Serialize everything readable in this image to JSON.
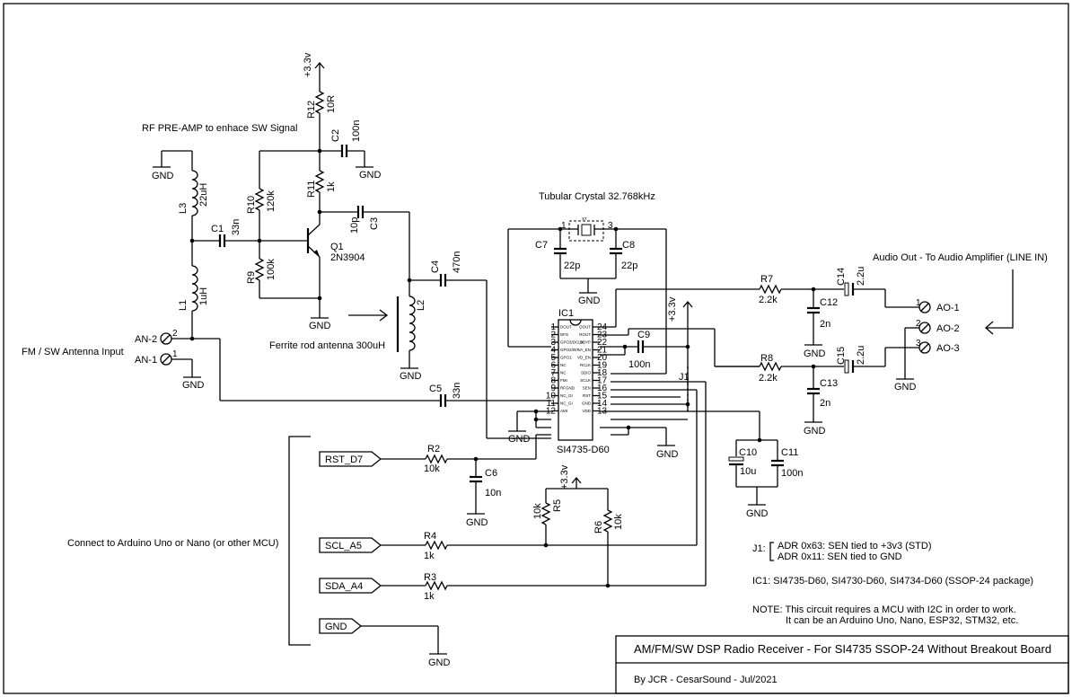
{
  "title": {
    "line1": "AM/FM/SW DSP Radio Receiver - For SI4735 SSOP-24 Without Breakout Board",
    "line2": "By JCR - CesarSound - Jul/2021"
  },
  "notes": {
    "rf_preamp": "RF PRE-AMP to enhace SW Signal",
    "crystal": "Tubular Crystal 32.768kHz",
    "ferrite": "Ferrite rod antenna 300uH",
    "antenna_input": "FM / SW Antenna Input",
    "audio_out": "Audio Out - To Audio Amplifier (LINE IN)",
    "connect_mcu": "Connect to Arduino Uno or Nano (or other MCU)",
    "j1_label": "J1:",
    "j1_line1": "ADR 0x63: SEN tied to +3v3 (STD)",
    "j1_line2": "ADR 0x11: SEN tied to GND",
    "ic1_note": "IC1: SI4735-D60, SI4730-D60, SI4734-D60 (SSOP-24 package)",
    "note_line1": "NOTE: This circuit requires a MCU with I2C in order to work.",
    "note_line2": "It can be an Arduino Uno, Nano, ESP32, STM32, etc."
  },
  "supply": "+3.3v",
  "ground": "GND",
  "components": {
    "R12": {
      "ref": "R12",
      "value": "10R"
    },
    "R11": {
      "ref": "R11",
      "value": "1k"
    },
    "R10": {
      "ref": "R10",
      "value": "120k"
    },
    "R9": {
      "ref": "R9",
      "value": "100k"
    },
    "C2": {
      "ref": "C2",
      "value": "100n"
    },
    "C1": {
      "ref": "C1",
      "value": "33n"
    },
    "C3": {
      "ref": "C3",
      "value": "10p"
    },
    "C4": {
      "ref": "C4",
      "value": "470n"
    },
    "C5": {
      "ref": "C5",
      "value": "33n"
    },
    "L3": {
      "ref": "L3",
      "value": "22uH"
    },
    "L1": {
      "ref": "L1",
      "value": "1uH"
    },
    "L2": {
      "ref": "L2"
    },
    "Q1": {
      "ref": "Q1",
      "value": "2N3904"
    },
    "XT": {
      "ref": "XT"
    },
    "C7": {
      "ref": "C7",
      "value": "22p"
    },
    "C8": {
      "ref": "C8",
      "value": "22p"
    },
    "C9": {
      "ref": "C9",
      "value": "100n"
    },
    "IC1": {
      "ref": "IC1",
      "value": "SI4735-D60"
    },
    "R7": {
      "ref": "R7",
      "value": "2.2k"
    },
    "R8": {
      "ref": "R8",
      "value": "2.2k"
    },
    "C12": {
      "ref": "C12",
      "value": "2n"
    },
    "C13": {
      "ref": "C13",
      "value": "2n"
    },
    "C14": {
      "ref": "C14",
      "value": "2.2u"
    },
    "C15": {
      "ref": "C15",
      "value": "2.2u"
    },
    "C10": {
      "ref": "C10",
      "value": "10u"
    },
    "C11": {
      "ref": "C11",
      "value": "100n"
    },
    "R2": {
      "ref": "R2",
      "value": "10k"
    },
    "C6": {
      "ref": "C6",
      "value": "10n"
    },
    "R5": {
      "ref": "R5",
      "value": "10k"
    },
    "R6": {
      "ref": "R6",
      "value": "10k"
    },
    "R4": {
      "ref": "R4",
      "value": "1k"
    },
    "R3": {
      "ref": "R3",
      "value": "1k"
    },
    "J1": {
      "ref": "J1"
    }
  },
  "ic_pins_left": [
    "1",
    "2",
    "3",
    "4",
    "5",
    "6",
    "7",
    "8",
    "9",
    "10",
    "11",
    "12"
  ],
  "ic_pins_right": [
    "24",
    "23",
    "22",
    "21",
    "20",
    "19",
    "18",
    "17",
    "16",
    "15",
    "14",
    "13"
  ],
  "ic_pin_names_left": [
    "DOUT",
    "DFS",
    "GPO3/DCLK",
    "GPO2/INT",
    "GPO1",
    "NC",
    "NC",
    "FMI",
    "RFGND",
    "NC_GI",
    "NC_GI",
    "AMI"
  ],
  "ic_pin_names_right": [
    "DOUT",
    "ROUT",
    "DBYP",
    "VA_EN",
    "VD_EN",
    "RCLK",
    "SDIO",
    "SCLK",
    "SEN",
    "RST",
    "GND",
    "VDD"
  ],
  "antenna_terms": {
    "an2": "AN-2",
    "an1": "AN-1",
    "pin2": "2",
    "pin1": "1"
  },
  "audio_terms": {
    "ao1": "AO-1",
    "ao2": "AO-2",
    "ao3": "AO-3",
    "p1": "1",
    "p2": "2",
    "p3": "3"
  },
  "mcu_ports": {
    "rst": "RST_D7",
    "scl": "SCL_A5",
    "sda": "SDA_A4",
    "gnd": "GND"
  },
  "crystal_pins": {
    "p1": "1",
    "p3": "3"
  }
}
